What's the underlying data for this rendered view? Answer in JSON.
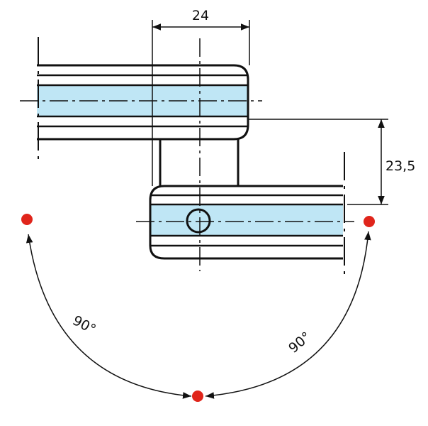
{
  "dimensions": {
    "width_label": "24",
    "offset_label": "23,5"
  },
  "angles": {
    "left_label": "90°",
    "right_label": "90°"
  },
  "colors": {
    "glass": "#bfe6f5",
    "outline": "#111111",
    "pivot_marker": "#e0251b"
  },
  "icons": {
    "pivot": "red-dot-marker",
    "screw": "screw-hole-circle"
  }
}
